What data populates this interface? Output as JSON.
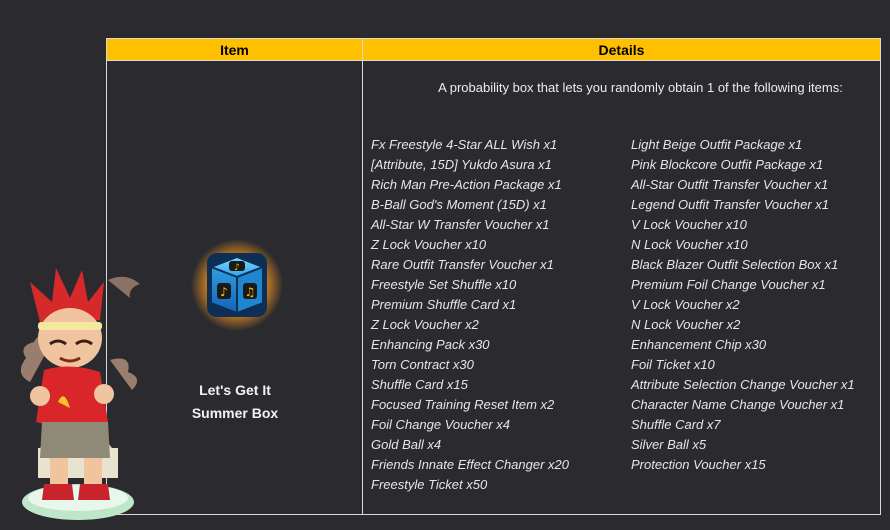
{
  "table": {
    "header_item": "Item",
    "header_details": "Details"
  },
  "item": {
    "name_line1": "Let's Get It",
    "name_line2": "Summer Box",
    "icon": "music-box-icon"
  },
  "details": {
    "intro": "A probability box that lets you randomly obtain 1 of the following items:",
    "left_items": [
      "Fx Freestyle 4-Star ALL Wish x1",
      "[Attribute, 15D] Yukdo Asura x1",
      "Rich Man Pre-Action Package x1",
      "B-Ball God's Moment (15D) x1",
      "All-Star W Transfer Voucher x1",
      "Z Lock Voucher x10",
      "Rare Outfit Transfer Voucher x1",
      "Freestyle Set Shuffle x10",
      "Premium Shuffle Card x1",
      "Z Lock Voucher x2",
      "Enhancing Pack x30",
      "Torn Contract x30",
      "Shuffle Card x15",
      "Focused Training Reset Item x2",
      "Foil Change Voucher x4",
      "Gold Ball x4",
      "Friends Innate Effect Changer x20",
      "Freestyle Ticket x50"
    ],
    "right_items": [
      "Light Beige Outfit Package x1",
      "Pink Blockcore Outfit Package x1",
      "All-Star Outfit Transfer Voucher x1",
      "Legend Outfit Transfer Voucher x1",
      "V Lock Voucher x10",
      "N Lock Voucher x10",
      "Black Blazer Outfit Selection Box x1",
      "Premium Foil Change Voucher x1",
      "V Lock Voucher x2",
      "N Lock Voucher x2",
      "Enhancement Chip x30",
      "Foil Ticket x10",
      "Attribute Selection Change Voucher x1",
      "Character Name Change Voucher x1",
      "Shuffle Card x7",
      "Silver Ball x5",
      "Protection Voucher x15"
    ]
  },
  "decor": {
    "character": "basketball-player-mascot-icon"
  }
}
